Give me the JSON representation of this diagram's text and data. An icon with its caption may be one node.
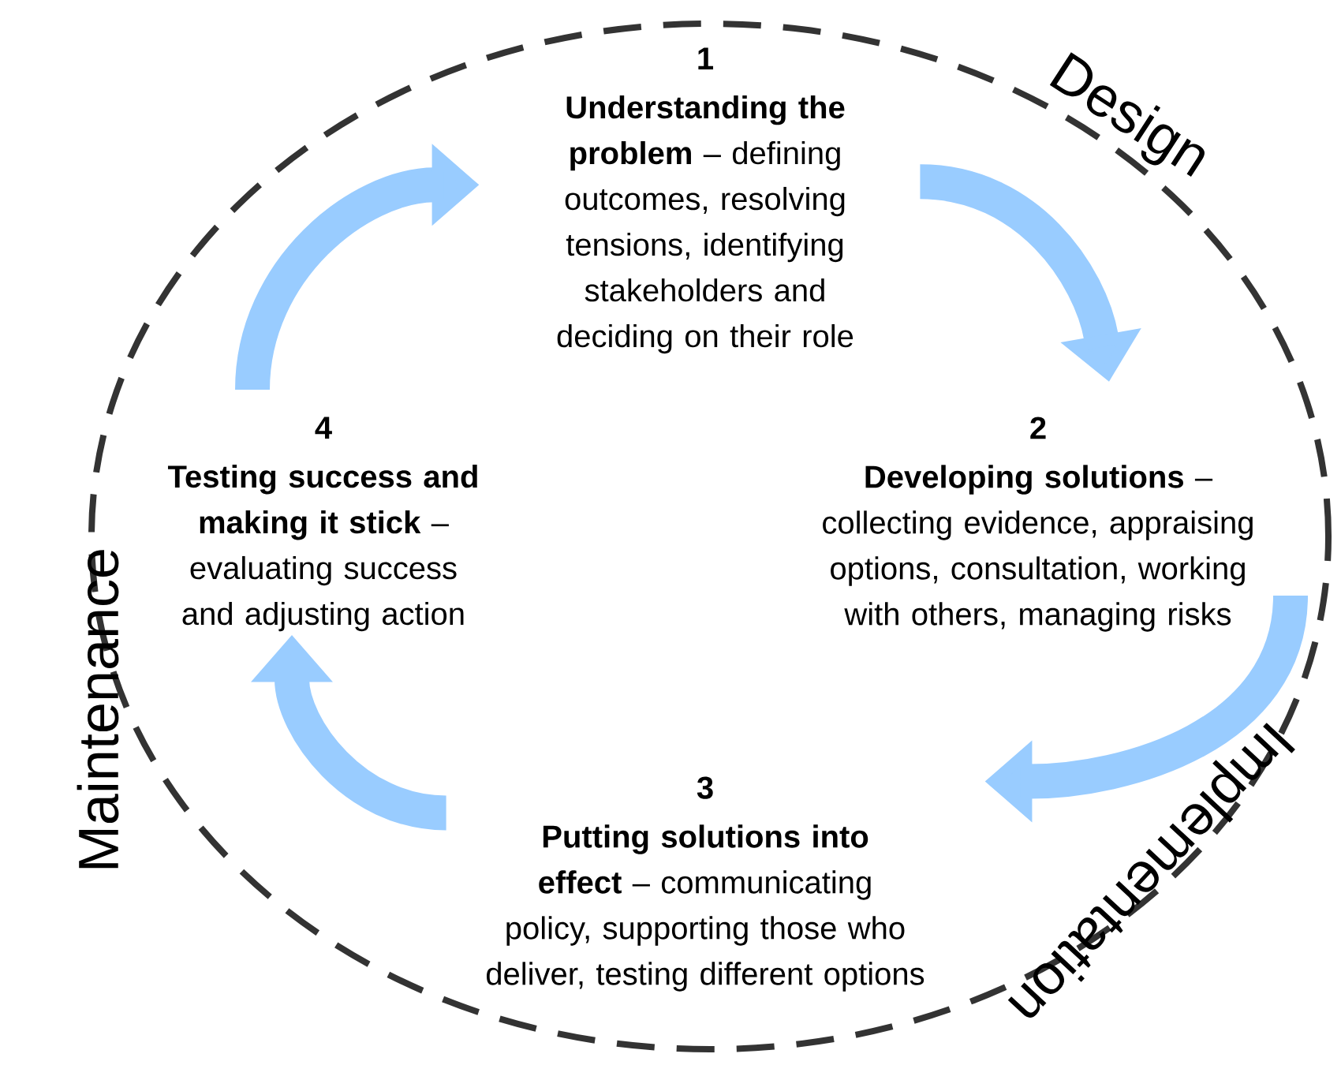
{
  "diagram": {
    "nodes": [
      {
        "text": [
          "1",
          "**Understanding the problem** – defining outcomes, resolving tensions, identifying stakeholders and deciding on their role"
        ]
      },
      {
        "text": [
          "2",
          "**Developing solutions** – collecting evidence, appraising options, consultation, working with others, managing risks"
        ]
      },
      {
        "text": [
          "3",
          "**Putting solutions into effect** – communicating policy, supporting those who deliver, testing different options"
        ]
      },
      {
        "text": [
          "4",
          "**Testing success and making it stick** – evaluating success and adjusting action"
        ]
      }
    ],
    "edges": [
      {
        "from": 0,
        "to": 1,
        "arrow": "to"
      },
      {
        "from": 1,
        "to": 2,
        "arrow": "to"
      },
      {
        "from": 2,
        "to": 3,
        "arrow": "to"
      },
      {
        "from": 3,
        "to": 0,
        "arrow": "to"
      }
    ],
    "labels": [
      "Design",
      "Implementation",
      "Maintenance"
    ]
  }
}
